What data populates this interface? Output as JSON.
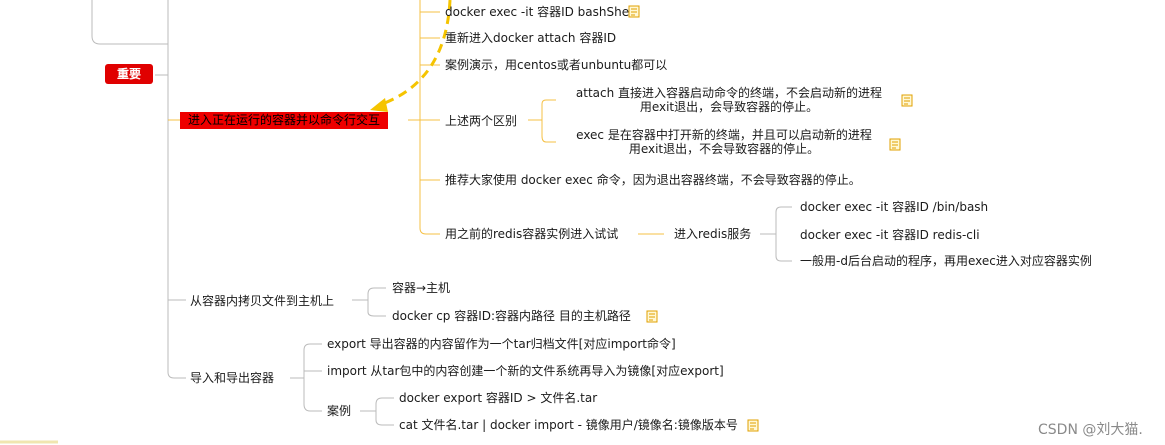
{
  "main_branch": {
    "important_tag": "重要",
    "enter_container": "进入正在运行的容器并以命令行交互",
    "copy_files": "从容器内拷贝文件到主机上",
    "import_export": "导入和导出容器"
  },
  "enter_children": {
    "exec_cmd": "docker exec -it 容器ID bashShell",
    "attach_cmd": "重新进入docker attach 容器ID",
    "case_demo": "案例演示，用centos或者unbuntu都可以",
    "diff": "上述两个区别",
    "recommend": "推荐大家使用 docker exec 命令，因为退出容器终端，不会导致容器的停止。",
    "redis_try": "用之前的redis容器实例进入试试"
  },
  "diff_children": {
    "attach_line1": "attach 直接进入容器启动命令的终端，不会启动新的进程",
    "attach_line2": "用exit退出，会导致容器的停止。",
    "exec_line1": "exec 是在容器中打开新的终端，并且可以启动新的进程",
    "exec_line2": "用exit退出，不会导致容器的停止。"
  },
  "redis": {
    "service": "进入redis服务",
    "bin_bash": "docker exec -it 容器ID /bin/bash",
    "redis_cli": "docker exec -it 容器ID redis-cli",
    "tip": "一般用-d后台启动的程序，再用exec进入对应容器实例"
  },
  "copy_children": {
    "direction": "容器→主机",
    "cmd": "docker cp  容器ID:容器内路径 目的主机路径"
  },
  "ie_children": {
    "export_desc": "export 导出容器的内容留作为一个tar归档文件[对应import命令]",
    "import_desc": "import 从tar包中的内容创建一个新的文件系统再导入为镜像[对应export]",
    "case": "案例"
  },
  "case_children": {
    "export_cmd": "docker export 容器ID > 文件名.tar",
    "import_cmd": "cat 文件名.tar | docker import - 镜像用户/镜像名:镜像版本号"
  },
  "watermark": "CSDN @刘大猫.",
  "icons": {
    "note": "note-icon"
  },
  "colors": {
    "branch_line": "#f5c044",
    "red": "#e00000",
    "grey_line": "#bbbbbb",
    "arrow": "#f5c400"
  }
}
